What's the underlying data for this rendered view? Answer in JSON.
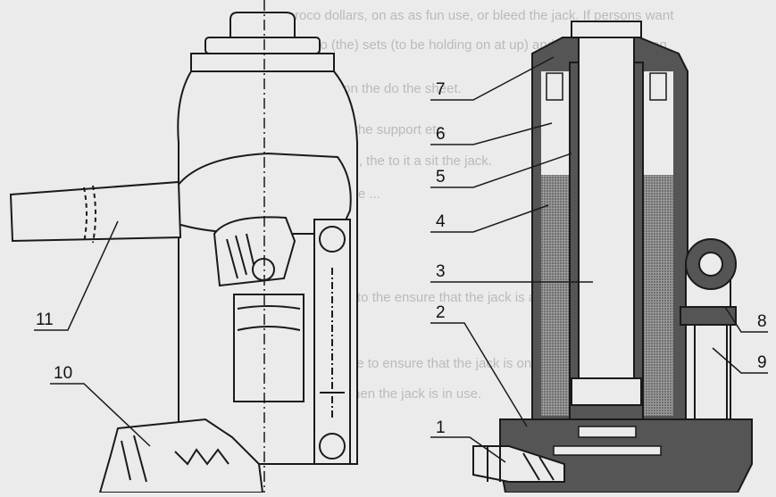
{
  "colors": {
    "paper": "#ebebeb",
    "ink": "#1a1a1a",
    "body_gray": "#555555",
    "fluid_fill": "#7a7a7a",
    "bleed_text": "#8a8a8a"
  },
  "bleed_through_text": [
    "roco dollars, on as as fun use, or bleed the jack. If persons want",
    "er, tio (the) sets (to be holding on at up) and reference them on",
    "ograms on the do the sheet.",
    "be put on the support etc.",
    "proper use, the to it a sit the jack.",
    "smart at the ...",
    "y chamfer to the ensure that the jack is at the base.",
    "the line, the to ensure that the jack is on a firm surface.",
    "ring the when the jack is in use."
  ],
  "callouts": [
    {
      "id": "1",
      "label": "1"
    },
    {
      "id": "2",
      "label": "2"
    },
    {
      "id": "3",
      "label": "3"
    },
    {
      "id": "4",
      "label": "4"
    },
    {
      "id": "5",
      "label": "5"
    },
    {
      "id": "6",
      "label": "6"
    },
    {
      "id": "7",
      "label": "7"
    },
    {
      "id": "8",
      "label": "8"
    },
    {
      "id": "9",
      "label": "9"
    },
    {
      "id": "10",
      "label": "10"
    },
    {
      "id": "11",
      "label": "11"
    }
  ]
}
